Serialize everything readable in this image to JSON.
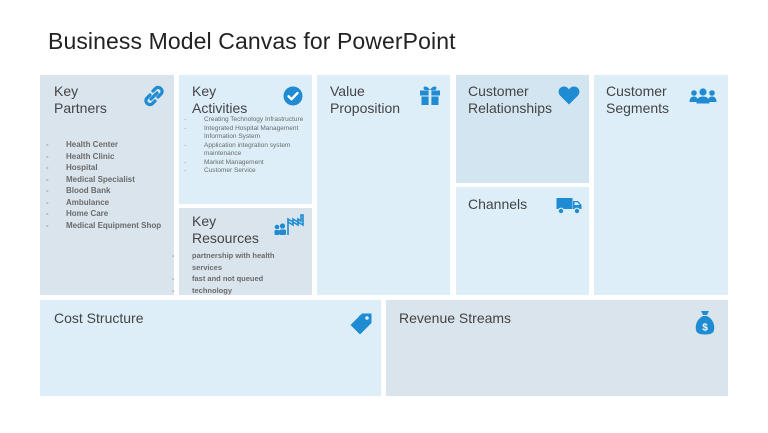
{
  "title": "Business Model Canvas for PowerPoint",
  "key_partners": {
    "label_line1": "Key",
    "label_line2": "Partners",
    "icon": "link-icon",
    "items": [
      "Health Center",
      "Health Clinic",
      "Hospital",
      "Medical Specialist",
      "Blood Bank",
      "Ambulance",
      "Home Care",
      "Medical Equipment Shop"
    ]
  },
  "key_activities": {
    "label_line1": "Key",
    "label_line2": "Activities",
    "icon": "checkmark-icon",
    "items": [
      "Creating Technology Infrastructure",
      "Integrated Hospital Management Information System",
      "Application integration system maintenance",
      "Market Management",
      "Customer Service"
    ]
  },
  "key_resources": {
    "label_line1": "Key",
    "label_line2": "Resources",
    "icon": "factory-icon",
    "items": [
      "partnership with health services",
      "fast and not queued",
      "technology"
    ]
  },
  "value_proposition": {
    "label_line1": "Value",
    "label_line2": "Proposition",
    "icon": "gift-icon"
  },
  "customer_relationships": {
    "label_line1": "Customer",
    "label_line2": "Relationships",
    "icon": "heart-icon"
  },
  "channels": {
    "label": "Channels",
    "icon": "truck-icon"
  },
  "customer_segments": {
    "label_line1": "Customer",
    "label_line2": "Segments",
    "icon": "people-icon"
  },
  "cost_structure": {
    "label": "Cost Structure",
    "icon": "price-tag-icon"
  },
  "revenue_streams": {
    "label": "Revenue Streams",
    "icon": "money-bag-icon"
  },
  "colors": {
    "icon": "#1e8bd2",
    "light_box": "#ddeef9",
    "mid_box": "#d3e5f1"
  }
}
